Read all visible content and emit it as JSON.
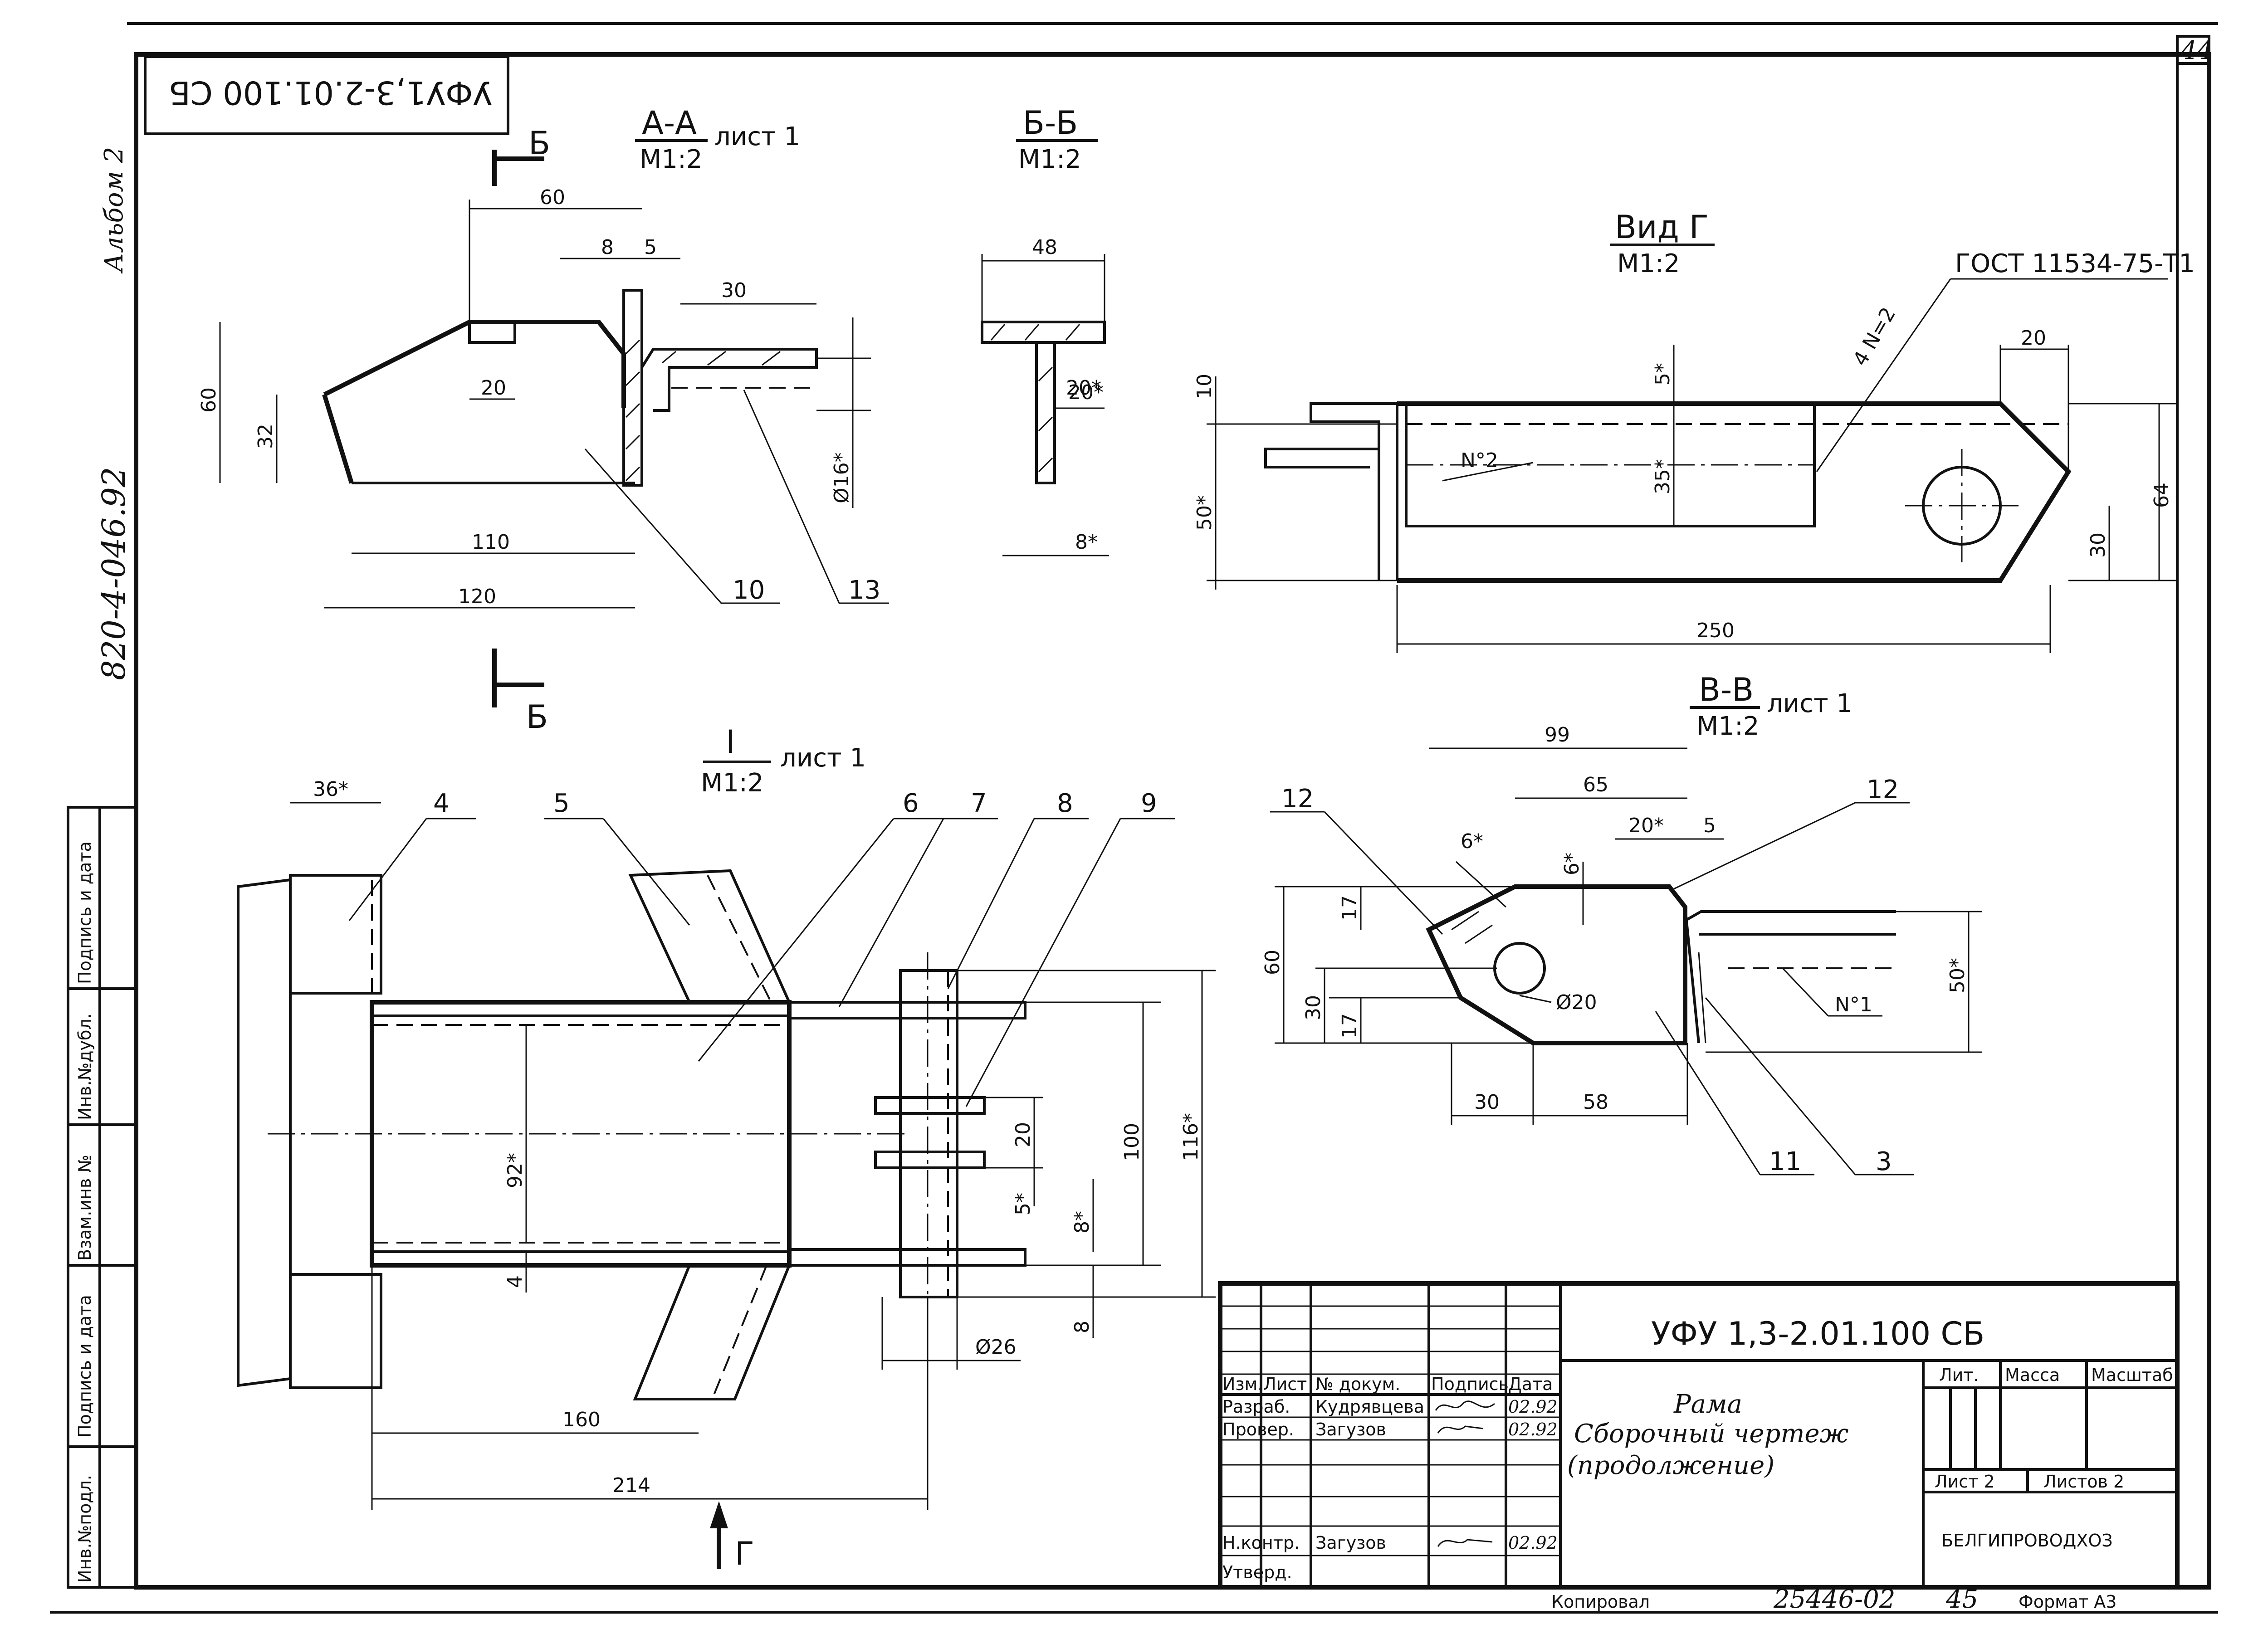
{
  "sheet": {
    "sheet_number": "44",
    "rotated_code": "УФУ1,3-2.01.100 СБ",
    "album": "Альбом 2",
    "project_code": "820-4-046.92",
    "side_stamp": [
      "Инв.№подл.",
      "Подпись и дата",
      "Взам.инв №",
      "Инв.№дубл.",
      "Подпись и дата"
    ]
  },
  "views": {
    "aa": {
      "title": "А-А",
      "scale": "М1:2",
      "sheet_ref": "лист 1"
    },
    "bb": {
      "title": "Б-Б",
      "scale": "М1:2"
    },
    "vid_g": {
      "title": "Вид Г",
      "scale": "М1:2",
      "gost": "ГОСТ 11534-75-Т1",
      "weld": "4 N=2"
    },
    "vv": {
      "title": "В-В",
      "scale": "М1:2",
      "sheet_ref": "лист 1"
    },
    "one": {
      "title": "I",
      "scale": "М1:2",
      "sheet_ref": "лист 1"
    },
    "section_mark_b": "Б",
    "view_mark_g": "Г"
  },
  "dims": {
    "aa": [
      "60",
      "8",
      "5",
      "30",
      "60",
      "32",
      "20",
      "110",
      "120",
      "20*",
      "Ø16*",
      "10",
      "13"
    ],
    "bb": [
      "48",
      "20*",
      "8*"
    ],
    "vg": [
      "10",
      "50*",
      "5*",
      "35*",
      "N°2",
      "20",
      "64",
      "30",
      "250"
    ],
    "vv": [
      "99",
      "65",
      "12",
      "12",
      "6*",
      "20*",
      "5",
      "6*",
      "60",
      "17",
      "30",
      "17",
      "Ø20",
      "N°1",
      "50*",
      "30",
      "58",
      "11",
      "3"
    ],
    "one": [
      "36*",
      "4",
      "5",
      "6",
      "7",
      "8",
      "9",
      "92*",
      "20",
      "5*",
      "100",
      "116*",
      "8*",
      "4",
      "8",
      "Ø26",
      "160",
      "214"
    ]
  },
  "title_block": {
    "designation": "УФУ 1,3-2.01.100 СБ",
    "name_lines": [
      "Рама",
      "Сборочный чертеж",
      "(продолжение)"
    ],
    "col_headers": [
      "Изм.",
      "Лист",
      "№ докум.",
      "Подпись",
      "Дата"
    ],
    "rows": [
      {
        "role": "Разраб.",
        "name": "Кудрявцева",
        "date": "02.92"
      },
      {
        "role": "Провер.",
        "name": "Загузов",
        "date": "02.92"
      },
      {
        "role": "Н.контр.",
        "name": "Загузов",
        "date": "02.92"
      },
      {
        "role": "Утверд.",
        "name": "",
        "date": ""
      }
    ],
    "lit": "Лит.",
    "mass": "Масса",
    "scale": "Масштаб",
    "sheet": "Лист 2",
    "sheets": "Листов 2",
    "org": "БЕЛГИПРОВОДХОЗ"
  },
  "footer": {
    "copied": "Копировал",
    "number": "25446-02",
    "page": "45",
    "format": "Формат А3"
  }
}
